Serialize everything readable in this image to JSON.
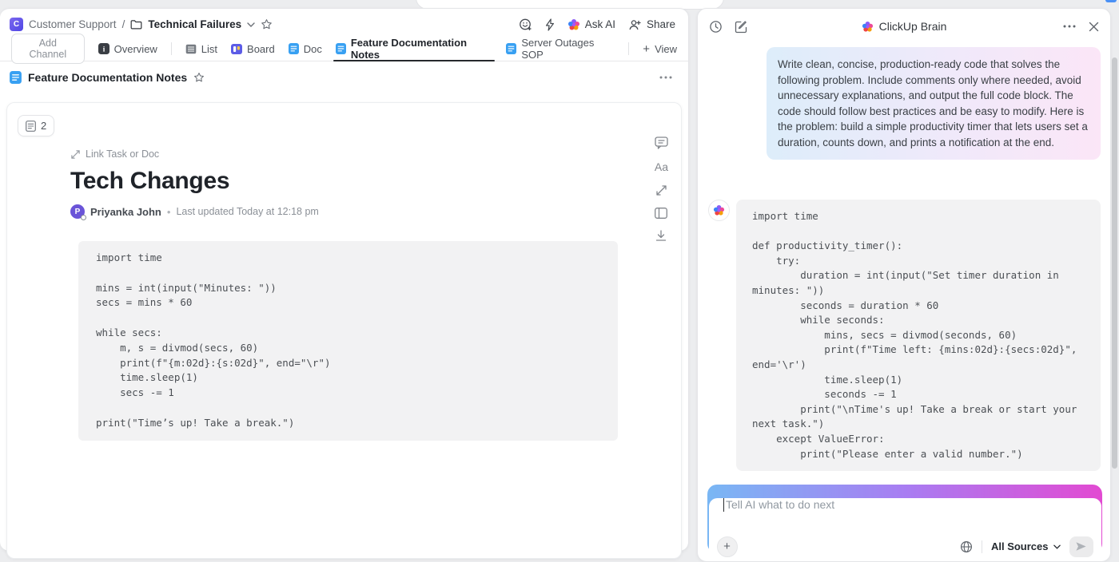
{
  "colors": {
    "accent_doc_blue": "#38a0f2",
    "board_indigo": "#5c5ce6",
    "workspace_purple": "#5348ce",
    "avatar_purple": "#6a54d8",
    "bubble_gradient_start": "#ddedfa",
    "bubble_gradient_end": "#fbe6f7",
    "input_border_gradient": [
      "#79b7f4",
      "#a87df2",
      "#e24ad2"
    ],
    "active_tab_underline": "#26292d"
  },
  "doc_panel": {
    "breadcrumb": {
      "workspace_initial": "C",
      "workspace": "Customer Support",
      "separator": "/",
      "folder": "Technical Failures"
    },
    "header_actions": {
      "ask_ai": "Ask AI",
      "share": "Share"
    },
    "tabs": [
      {
        "label": "Add Channel"
      },
      {
        "label": "Overview"
      },
      {
        "label": "List"
      },
      {
        "label": "Board"
      },
      {
        "label": "Doc"
      },
      {
        "label": "Feature Documentation Notes",
        "active": true
      },
      {
        "label": "Server Outages SOP"
      },
      {
        "label": "View",
        "plus": "+"
      }
    ],
    "doc_header": {
      "title": "Feature Documentation Notes"
    },
    "page_badge": {
      "count": "2"
    },
    "side_toolbar": {
      "font_label": "Aa"
    },
    "link_action": "Link Task or Doc",
    "doc_title": "Tech Changes",
    "author": {
      "initial": "P",
      "name": "Priyanka John",
      "bullet": "•",
      "updated": "Last updated Today at 12:18 pm"
    },
    "code_lines": [
      "import time",
      "",
      "mins = int(input(\"Minutes: \"))",
      "secs = mins * 60",
      "",
      "while secs:",
      "    m, s = divmod(secs, 60)",
      "    print(f\"{m:02d}:{s:02d}\", end=\"\\r\")",
      "    time.sleep(1)",
      "    secs -= 1",
      "",
      "print(\"Time’s up! Take a break.\")"
    ]
  },
  "brain_panel": {
    "title": "ClickUp Brain",
    "user_message": "Write clean, concise, production-ready code that solves the following problem. Include comments only where needed, avoid unnecessary explanations, and output the full code block. The code should follow best practices and be easy to modify. Here is the problem: build a simple productivity timer that lets users set a duration, counts down, and prints a notification at the end.",
    "ai_code_lines": [
      "import time",
      "",
      "def productivity_timer():",
      "    try:",
      "        duration = int(input(\"Set timer duration in",
      "minutes: \"))",
      "        seconds = duration * 60",
      "        while seconds:",
      "            mins, secs = divmod(seconds, 60)",
      "            print(f\"Time left: {mins:02d}:{secs:02d}\",",
      "end='\\r')",
      "            time.sleep(1)",
      "            seconds -= 1",
      "        print(\"\\nTime's up! Take a break or start your",
      "next task.\")",
      "    except ValueError:",
      "        print(\"Please enter a valid number.\")"
    ],
    "input": {
      "placeholder": "Tell AI what to do next",
      "plus": "+",
      "sources_label": "All Sources"
    }
  }
}
